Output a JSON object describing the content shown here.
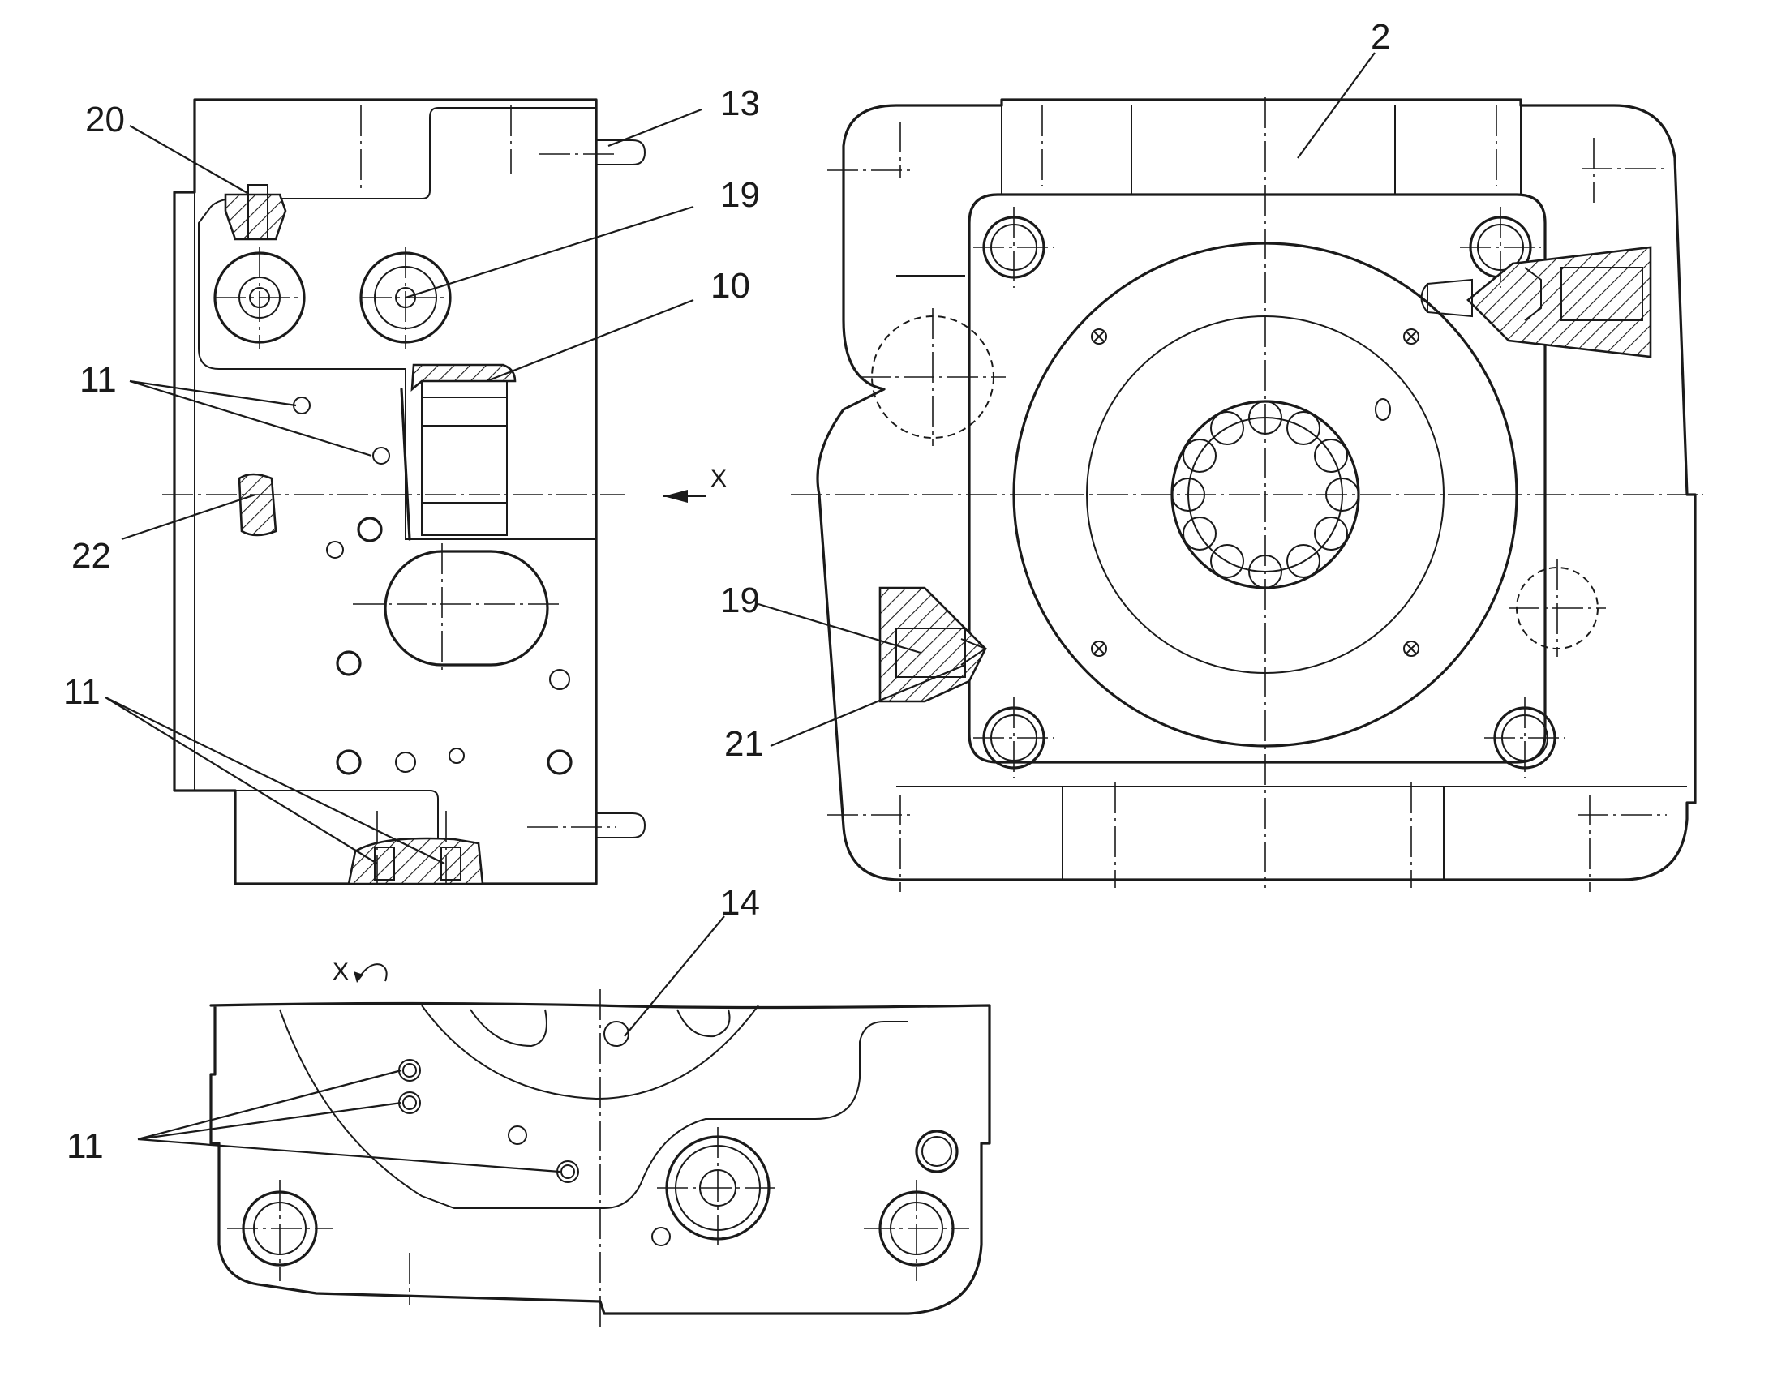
{
  "callouts": {
    "c20": "20",
    "c13": "13",
    "c19a": "19",
    "c10": "10",
    "c11a": "11",
    "c22": "22",
    "c11b": "11",
    "c2": "2",
    "c19b": "19",
    "c21": "21",
    "c14": "14",
    "c11c": "11"
  },
  "view_markers": {
    "view_arrow_label": "X",
    "rotated_view_label": "X"
  },
  "colors": {
    "ink": "#1a1a1a",
    "paper": "#ffffff"
  }
}
